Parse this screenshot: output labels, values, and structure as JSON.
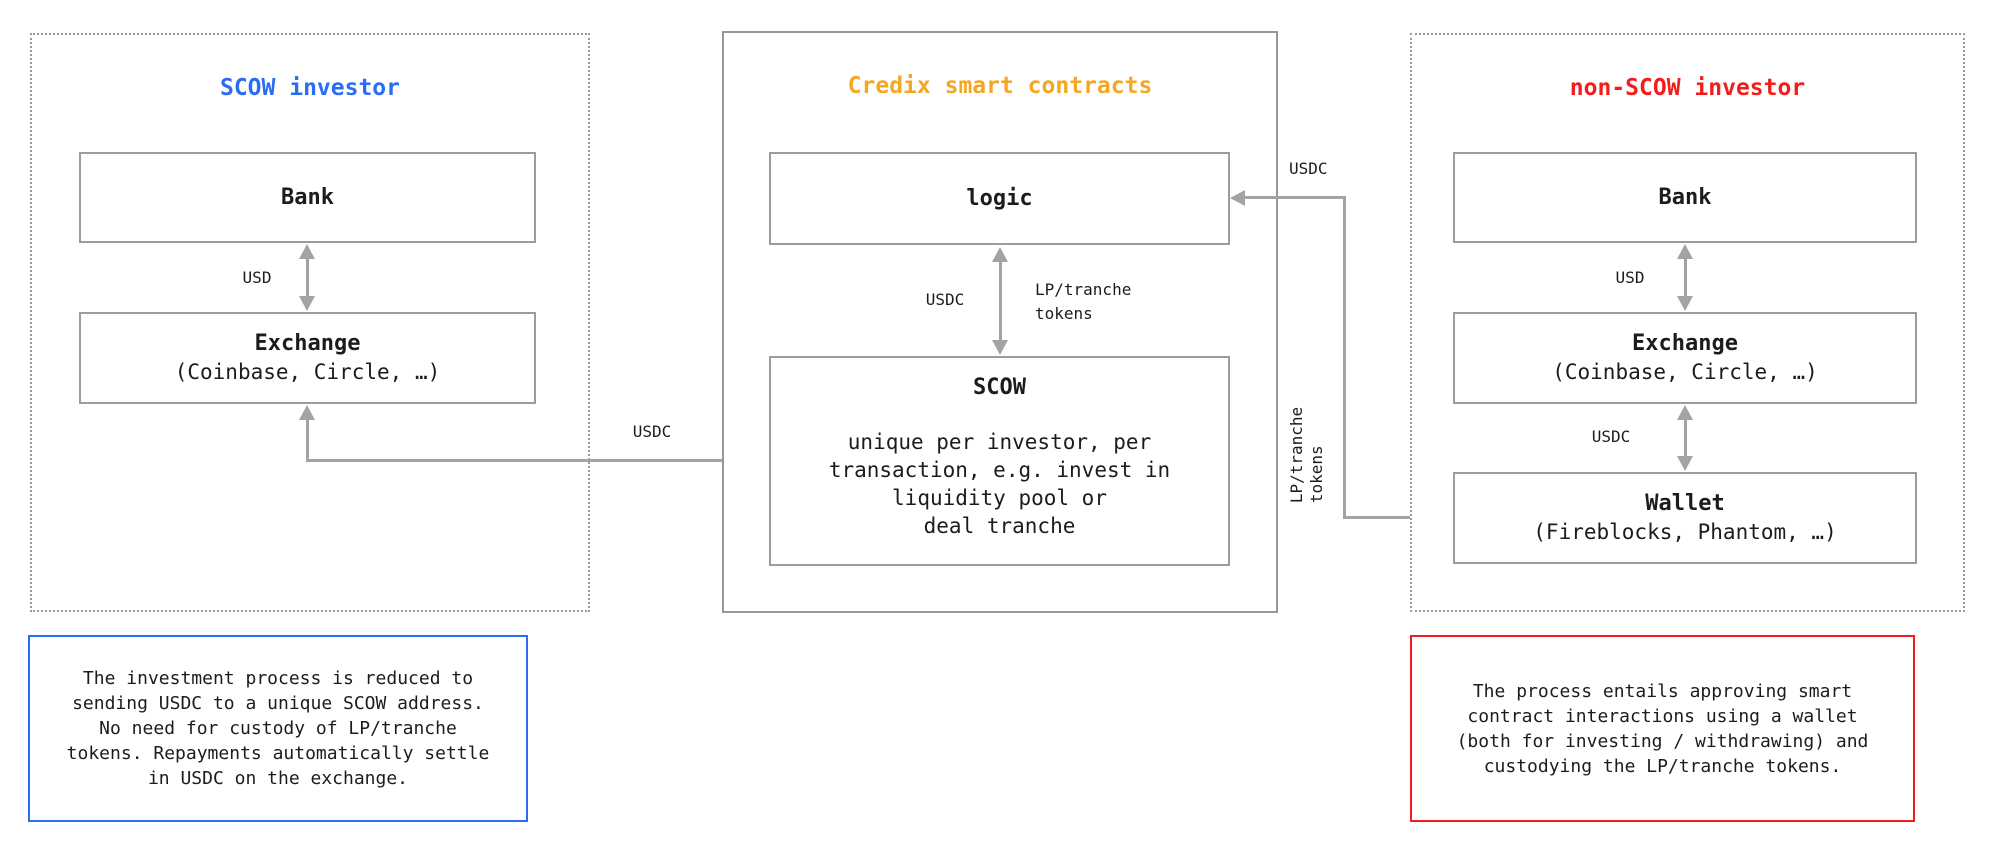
{
  "colors": {
    "blue": "#2a6df4",
    "amber": "#f5a623",
    "red": "#f41d1d",
    "line_gray": "#a3a3a3",
    "box_border_gray": "#9c9c9c",
    "text": "#1c1c1c"
  },
  "left_panel": {
    "title": "SCOW investor",
    "bank": {
      "title": "Bank"
    },
    "exchange": {
      "title": "Exchange",
      "subtitle": "(Coinbase, Circle, …)"
    },
    "labels": {
      "usd": "USD"
    },
    "note": "The investment process is reduced to\nsending USDC to a unique SCOW address.\nNo need for custody of LP/tranche\ntokens. Repayments automatically settle\nin USDC on the exchange."
  },
  "middle_panel": {
    "title": "Credix smart contracts",
    "logic": {
      "title": "logic"
    },
    "scow": {
      "title": "SCOW",
      "body": "unique per investor, per\ntransaction, e.g. invest in\nliquidity pool or\ndeal tranche"
    },
    "labels": {
      "usdc": "USDC",
      "lp_tokens": "LP/tranche\ntokens"
    }
  },
  "right_panel": {
    "title": "non-SCOW investor",
    "bank": {
      "title": "Bank"
    },
    "exchange": {
      "title": "Exchange",
      "subtitle": "(Coinbase, Circle, …)"
    },
    "wallet": {
      "title": "Wallet",
      "subtitle": "(Fireblocks, Phantom, …)"
    },
    "labels": {
      "usd": "USD",
      "usdc": "USDC"
    },
    "note": "The process entails approving smart\ncontract interactions using a wallet\n(both for investing / withdrawing) and\ncustodying the LP/tranche tokens."
  },
  "connectors": {
    "exchange_to_scow": {
      "label": "USDC"
    },
    "logic_to_wallet": {
      "usdc_label": "USDC",
      "lp_label": "LP/tranche\ntokens"
    }
  }
}
